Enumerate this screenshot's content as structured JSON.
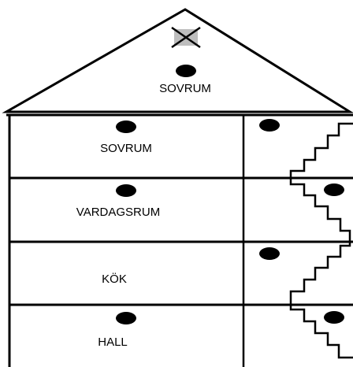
{
  "diagram": {
    "rooms": [
      {
        "label": "SOVRUM"
      },
      {
        "label": "SOVRUM"
      },
      {
        "label": "VARDAGSRUM"
      },
      {
        "label": "KÖK"
      },
      {
        "label": "HALL"
      }
    ],
    "colors": {
      "stroke": "#000000",
      "marker": "#000000",
      "crossed_marker": "#bdbdbd",
      "background": "#ffffff"
    },
    "icons": [
      "crossed-marker-icon",
      "marker-icon",
      "staircase-icon"
    ]
  }
}
